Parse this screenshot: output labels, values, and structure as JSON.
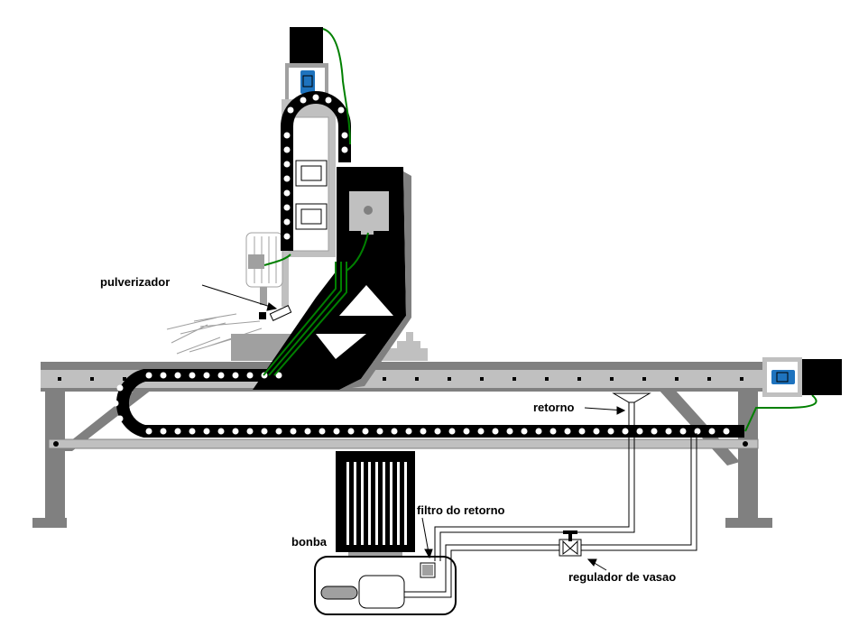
{
  "labels": {
    "pulverizador": "pulverizador",
    "retorno": "retorno",
    "filtro_do_retorno": "filtro do retorno",
    "bonba": "bonba",
    "regulador_de_vasao": "regulador de vasao"
  },
  "colors": {
    "frame": "#808080",
    "rail": "#c0c0c0",
    "chain": "#000000",
    "cable": "#008000",
    "motor_coupler": "#1e73be",
    "background": "#ffffff"
  }
}
